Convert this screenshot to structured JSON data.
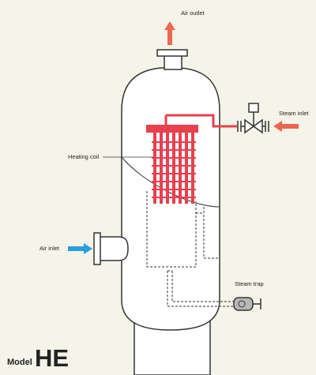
{
  "labels": {
    "air_outlet": "Air outlet",
    "steam_inlet": "Steam inlet",
    "heating_coil": "Heating coil",
    "air_inlet": "Air inlet",
    "steam_trap": "Steam trap"
  },
  "model": {
    "word": "Model",
    "code": "HE"
  },
  "colors": {
    "background": "#f4f4e8",
    "vessel_fill": "#ffffff",
    "outline": "#333333",
    "coil_red": "#e8404f",
    "air_outlet_arrow": "#ee6650",
    "steam_inlet_arrow": "#ee6650",
    "air_inlet_arrow": "#2a9fe0",
    "steam_trap_fill": "#b8b8b8"
  },
  "icons": {
    "air_outlet_arrow": "arrow-up-icon",
    "steam_inlet_arrow": "arrow-left-icon",
    "air_inlet_arrow": "arrow-right-icon",
    "steam_valve": "valve-icon",
    "steam_trap": "steam-trap-icon"
  }
}
